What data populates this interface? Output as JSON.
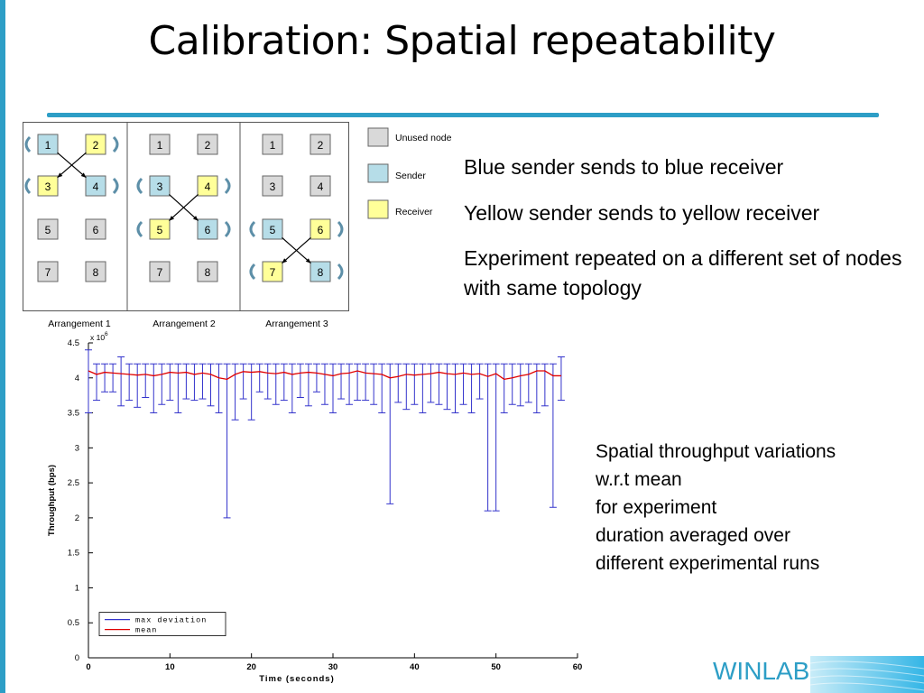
{
  "slide": {
    "title": "Calibration: Spatial repeatability",
    "bullets": [
      "Blue sender sends to blue receiver",
      "Yellow sender sends to yellow receiver",
      "Experiment repeated on a different set of nodes with same topology"
    ],
    "caption": [
      "Spatial throughput variations",
      "w.r.t mean",
      "for experiment",
      "duration averaged over",
      "different experimental runs"
    ],
    "footer_brand": "WINLAB",
    "colors": {
      "accent": "#2d9ec6",
      "sender": "#b6dde8",
      "receiver": "#ffff99",
      "unused": "#d9d9d9"
    }
  },
  "diagram": {
    "legend": [
      "Unused node",
      "Sender",
      "Receiver"
    ],
    "arrangements": [
      {
        "label": "Arrangement 1",
        "nodes": [
          {
            "n": "1",
            "role": "sender"
          },
          {
            "n": "2",
            "role": "receiver"
          },
          {
            "n": "3",
            "role": "receiver"
          },
          {
            "n": "4",
            "role": "sender"
          },
          {
            "n": "5",
            "role": "unused"
          },
          {
            "n": "6",
            "role": "unused"
          },
          {
            "n": "7",
            "role": "unused"
          },
          {
            "n": "8",
            "role": "unused"
          }
        ]
      },
      {
        "label": "Arrangement 2",
        "nodes": [
          {
            "n": "1",
            "role": "unused"
          },
          {
            "n": "2",
            "role": "unused"
          },
          {
            "n": "3",
            "role": "sender"
          },
          {
            "n": "4",
            "role": "receiver"
          },
          {
            "n": "5",
            "role": "receiver"
          },
          {
            "n": "6",
            "role": "sender"
          },
          {
            "n": "7",
            "role": "unused"
          },
          {
            "n": "8",
            "role": "unused"
          }
        ]
      },
      {
        "label": "Arrangement 3",
        "nodes": [
          {
            "n": "1",
            "role": "unused"
          },
          {
            "n": "2",
            "role": "unused"
          },
          {
            "n": "3",
            "role": "unused"
          },
          {
            "n": "4",
            "role": "unused"
          },
          {
            "n": "5",
            "role": "sender"
          },
          {
            "n": "6",
            "role": "receiver"
          },
          {
            "n": "7",
            "role": "receiver"
          },
          {
            "n": "8",
            "role": "sender"
          }
        ]
      }
    ]
  },
  "chart_data": {
    "type": "line",
    "xlabel": "Time (seconds)",
    "ylabel": "Throughput (bps)",
    "exponent_label": "x 10",
    "exponent_power": "6",
    "xlim": [
      0,
      60
    ],
    "ylim": [
      0,
      4.5
    ],
    "xticks": [
      0,
      10,
      20,
      30,
      40,
      50,
      60
    ],
    "yticks": [
      0,
      0.5,
      1,
      1.5,
      2,
      2.5,
      3,
      3.5,
      4,
      4.5
    ],
    "grid": false,
    "legend_position": "bottom-left",
    "series": [
      {
        "name": "mean",
        "color": "#e00000",
        "x": [
          0,
          1,
          2,
          3,
          4,
          5,
          6,
          7,
          8,
          9,
          10,
          11,
          12,
          13,
          14,
          15,
          16,
          17,
          18,
          19,
          20,
          21,
          22,
          23,
          24,
          25,
          26,
          27,
          28,
          29,
          30,
          31,
          32,
          33,
          34,
          35,
          36,
          37,
          38,
          39,
          40,
          41,
          42,
          43,
          44,
          45,
          46,
          47,
          48,
          49,
          50,
          51,
          52,
          53,
          54,
          55,
          56,
          57,
          58
        ],
        "y": [
          4.1,
          4.05,
          4.08,
          4.07,
          4.06,
          4.05,
          4.04,
          4.05,
          4.03,
          4.05,
          4.08,
          4.07,
          4.08,
          4.05,
          4.07,
          4.05,
          4.0,
          3.98,
          4.05,
          4.09,
          4.08,
          4.09,
          4.07,
          4.06,
          4.08,
          4.05,
          4.07,
          4.08,
          4.07,
          4.05,
          4.03,
          4.06,
          4.07,
          4.1,
          4.07,
          4.06,
          4.05,
          4.0,
          4.02,
          4.05,
          4.04,
          4.05,
          4.06,
          4.08,
          4.06,
          4.05,
          4.07,
          4.05,
          4.06,
          4.02,
          4.06,
          3.98,
          4.0,
          4.03,
          4.05,
          4.1,
          4.1,
          4.03,
          4.03
        ]
      },
      {
        "name": "max deviation",
        "color": "#3333cc",
        "x": [
          0,
          1,
          2,
          3,
          4,
          5,
          6,
          7,
          8,
          9,
          10,
          11,
          12,
          13,
          14,
          15,
          16,
          17,
          18,
          19,
          20,
          21,
          22,
          23,
          24,
          25,
          26,
          27,
          28,
          29,
          30,
          31,
          32,
          33,
          34,
          35,
          36,
          37,
          38,
          39,
          40,
          41,
          42,
          43,
          44,
          45,
          46,
          47,
          48,
          49,
          50,
          51,
          52,
          53,
          54,
          55,
          56,
          57,
          58
        ],
        "low": [
          3.5,
          3.68,
          3.8,
          3.8,
          3.6,
          3.68,
          3.58,
          3.72,
          3.5,
          3.62,
          3.68,
          3.5,
          3.7,
          3.68,
          3.7,
          3.6,
          3.5,
          2.0,
          3.4,
          3.7,
          3.4,
          3.8,
          3.7,
          3.62,
          3.68,
          3.5,
          3.72,
          3.6,
          3.8,
          3.62,
          3.5,
          3.7,
          3.62,
          3.68,
          3.68,
          3.62,
          3.5,
          2.2,
          3.65,
          3.55,
          3.62,
          3.5,
          3.65,
          3.62,
          3.55,
          3.5,
          3.62,
          3.5,
          3.7,
          2.1,
          2.1,
          3.5,
          3.62,
          3.6,
          3.65,
          3.5,
          3.6,
          2.15,
          3.68
        ],
        "high": [
          4.4,
          4.2,
          4.2,
          4.2,
          4.3,
          4.2,
          4.2,
          4.2,
          4.2,
          4.2,
          4.2,
          4.2,
          4.2,
          4.2,
          4.2,
          4.2,
          4.2,
          4.2,
          4.2,
          4.2,
          4.2,
          4.2,
          4.2,
          4.2,
          4.2,
          4.2,
          4.2,
          4.2,
          4.2,
          4.2,
          4.2,
          4.2,
          4.2,
          4.2,
          4.2,
          4.2,
          4.2,
          4.2,
          4.2,
          4.2,
          4.2,
          4.2,
          4.2,
          4.2,
          4.2,
          4.2,
          4.2,
          4.2,
          4.2,
          4.2,
          4.2,
          4.2,
          4.2,
          4.2,
          4.2,
          4.2,
          4.2,
          4.2,
          4.3
        ]
      }
    ]
  }
}
